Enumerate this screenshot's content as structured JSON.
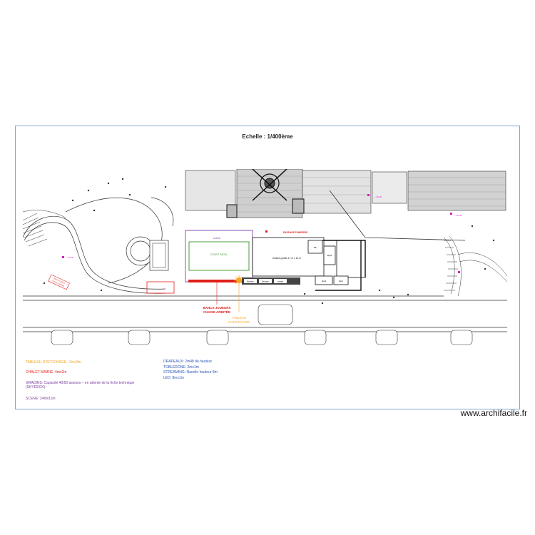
{
  "title": "Echelle : 1/400ème",
  "plan_labels": {
    "scene": "scène",
    "court": "COURT PADEL",
    "passage": "PASSAGE POMPIERS",
    "gradins": "Gradins public 17 m x 13 m",
    "bancs_line1": "BANCS JOUEURS",
    "bancs_line2": "CHAISE ARBITRE",
    "tableau_line1": "TABLEAU",
    "tableau_line2": "D'AFFICHAGE",
    "chalet_red_line1": "BANCS PUBLIC",
    "chalet_red_line2": "CHALET MAIRIE",
    "small_note": "+ 00.00",
    "storage_1": "Boutique",
    "storage_2": "Boutique",
    "storage_3": "storage",
    "box_1": "Bar",
    "box_2": "Régie",
    "box_3": "Stock",
    "box_4": "Sanit."
  },
  "legend_left": [
    {
      "text": "TABLEAU D'AFFICHAGE : 2mx3m",
      "color": "orange"
    },
    {
      "text": "CHALET MAIRIE: 4mx2m",
      "color": "red"
    },
    {
      "text": "GRADINS: Capacité 40/50 assises – en attente de la fiche technique (SKYDECK)",
      "color": "purple"
    },
    {
      "text": "SCENE: 24mx11m",
      "color": "purple"
    }
  ],
  "legend_right": [
    {
      "text": "DRAPEAUX: 2m48 de hauteur"
    },
    {
      "text": "TOBLERONE: 2mx1m"
    },
    {
      "text": "STREAMING: Nacelle hauteur 8m"
    },
    {
      "text": "LED: 8mx1m"
    }
  ],
  "watermark": "www.archifacile.fr",
  "colors": {
    "frame": "#7fa6c9",
    "scene": "#8a4fb8",
    "court": "#4a9d3a",
    "red": "#e0201b",
    "orange": "#f5a623",
    "magenta": "#d61fbf",
    "line": "#333333"
  }
}
